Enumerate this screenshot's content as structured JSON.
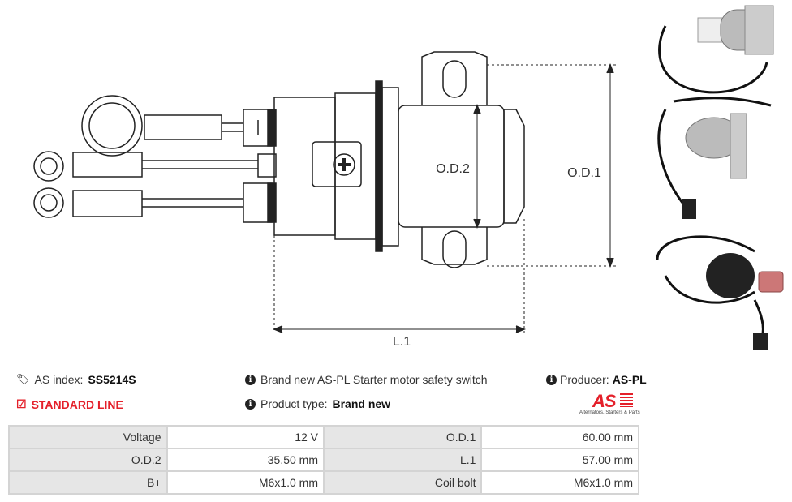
{
  "diagram": {
    "od2_label": "O.D.2",
    "od1_label": "O.D.1",
    "l1_label": "L.1"
  },
  "info": {
    "as_index_label": "AS index:",
    "as_index_value": "SS5214S",
    "line_label": "STANDARD LINE",
    "description": "Brand new AS-PL Starter motor safety switch",
    "product_type_label": "Product type:",
    "product_type_value": "Brand new",
    "producer_label": "Producer:",
    "producer_value": "AS-PL",
    "logo_text": "AS",
    "logo_tagline": "Alternators, Starters & Parts"
  },
  "specs": [
    {
      "l1": "Voltage",
      "v1": "12 V",
      "l2": "O.D.1",
      "v2": "60.00 mm"
    },
    {
      "l1": "O.D.2",
      "v1": "35.50 mm",
      "l2": "L.1",
      "v2": "57.00 mm"
    },
    {
      "l1": "B+",
      "v1": "M6x1.0 mm",
      "l2": "Coil bolt",
      "v2": "M6x1.0 mm"
    }
  ],
  "colors": {
    "accent": "#e4202a",
    "table_label_bg": "#e6e6e6",
    "table_border": "#d4d4d4"
  }
}
